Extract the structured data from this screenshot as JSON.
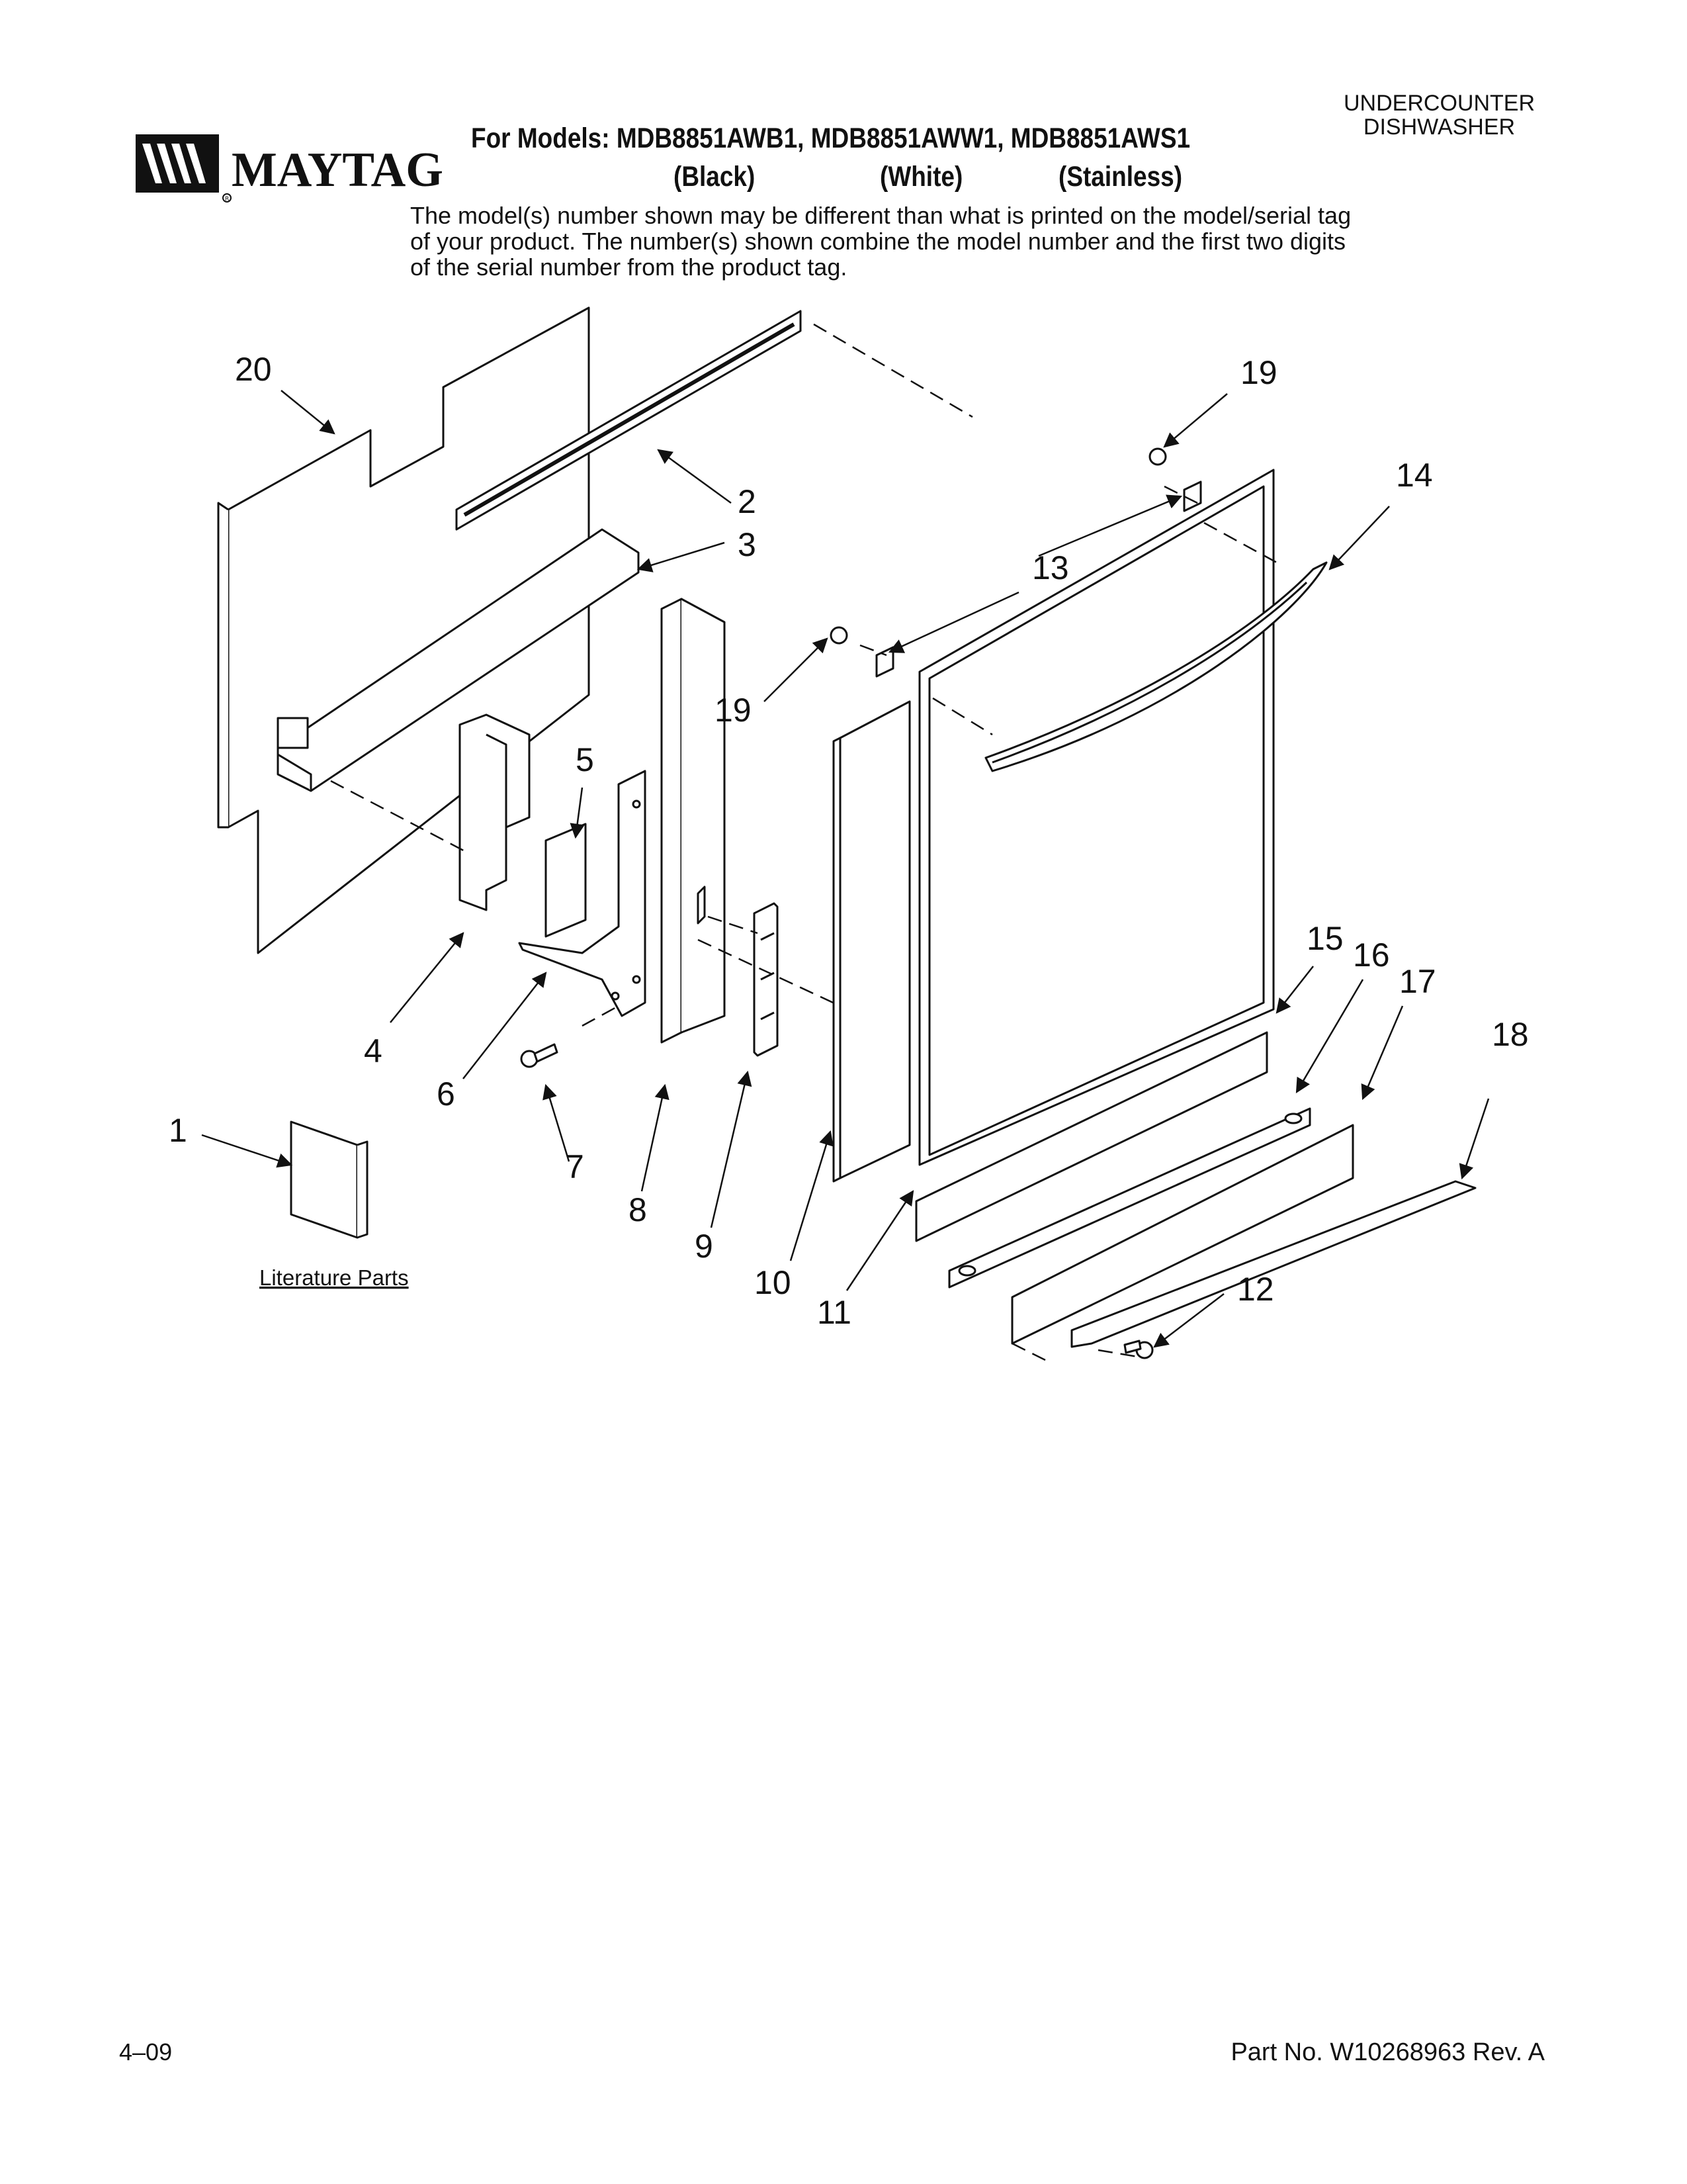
{
  "header": {
    "product_type_line1": "UNDERCOUNTER",
    "product_type_line2": "DISHWASHER",
    "brand": "MAYTAG",
    "models_line": "For Models: MDB8851AWB1, MDB8851AWW1, MDB8851AWS1",
    "finish_black": "(Black)",
    "finish_white": "(White)",
    "finish_stainless": "(Stainless)",
    "notice": "The model(s) number shown may be different than what is printed on the model/serial tag of your product. The number(s) shown combine the model number and the first two digits of the serial number from the product tag."
  },
  "diagram": {
    "callouts": {
      "c1": "1",
      "c2": "2",
      "c3": "3",
      "c4": "4",
      "c5": "5",
      "c6": "6",
      "c7": "7",
      "c8": "8",
      "c9": "9",
      "c10": "10",
      "c11": "11",
      "c12": "12",
      "c13": "13",
      "c14": "14",
      "c15": "15",
      "c16": "16",
      "c17": "17",
      "c18": "18",
      "c19a": "19",
      "c19b": "19",
      "c20": "20"
    },
    "literature_label": "Literature Parts"
  },
  "footer": {
    "date_code": "4–09",
    "part_number": "Part No. W10268963 Rev. A"
  }
}
